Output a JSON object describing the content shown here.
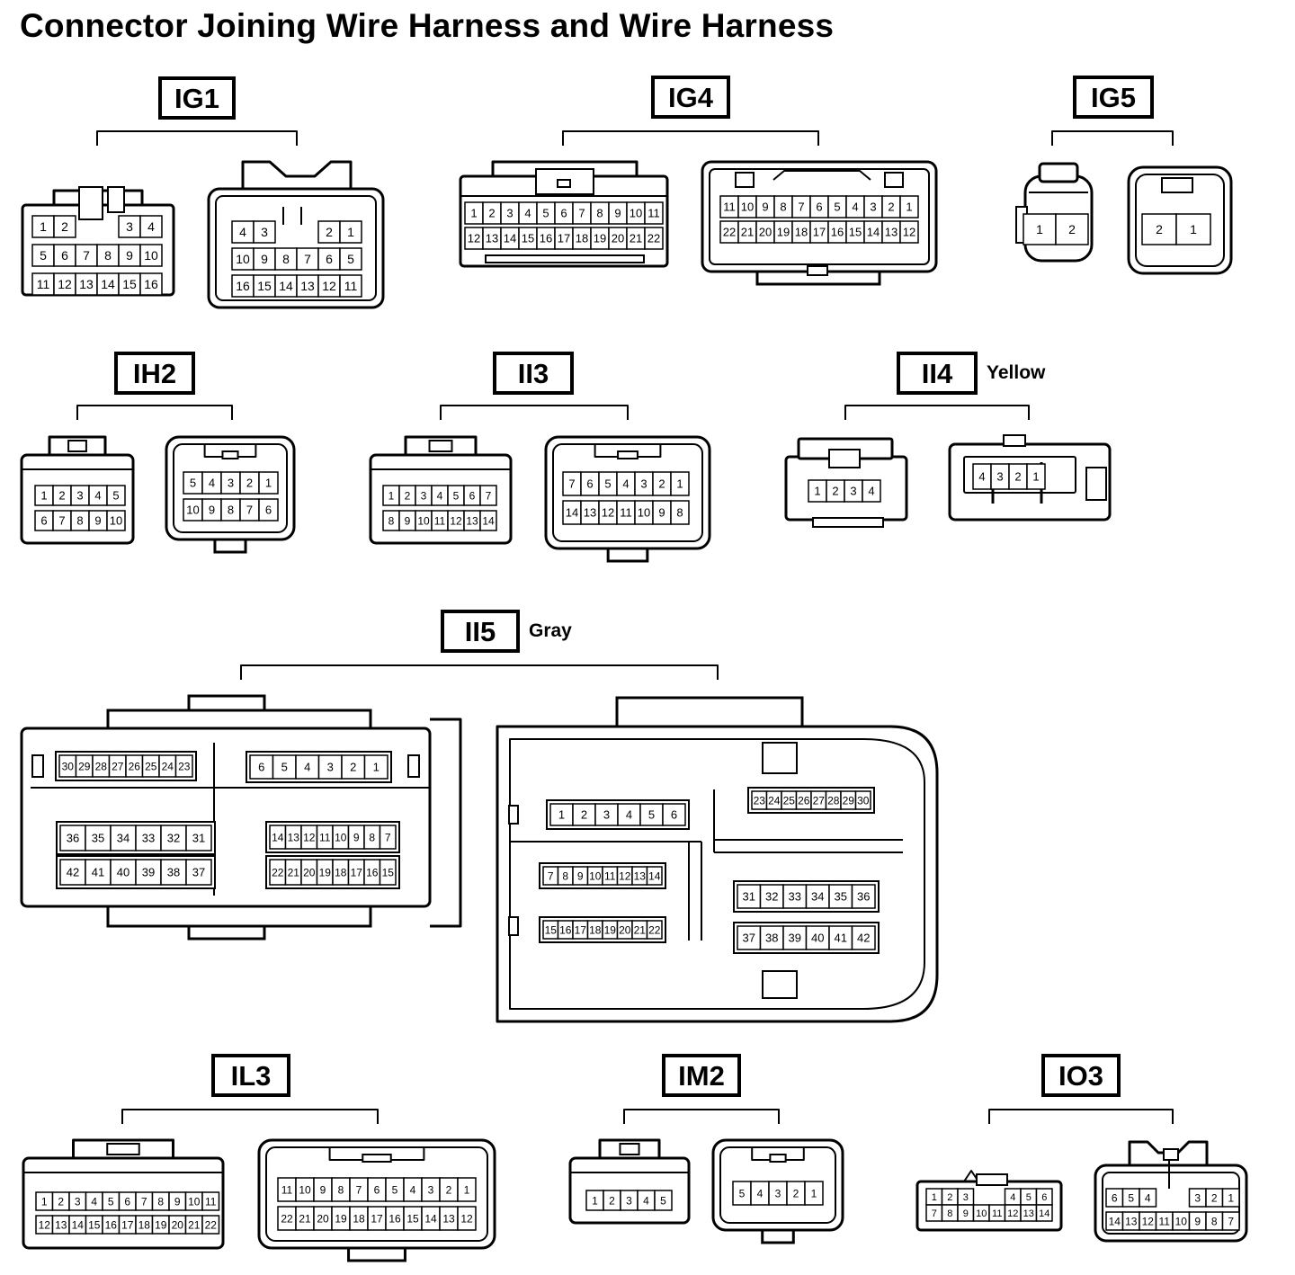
{
  "title": "Connector Joining Wire Harness and Wire Harness",
  "groups": [
    {
      "code": "IG1",
      "color": "",
      "connectors": [
        {
          "rows": [
            [
              "1",
              "2",
              "",
              "",
              "3",
              "4"
            ],
            [
              "5",
              "6",
              "7",
              "8",
              "9",
              "10"
            ],
            [
              "11",
              "12",
              "13",
              "14",
              "15",
              "16"
            ]
          ]
        },
        {
          "rows": [
            [
              "4",
              "3",
              "",
              "",
              "2",
              "1"
            ],
            [
              "10",
              "9",
              "8",
              "7",
              "6",
              "5"
            ],
            [
              "16",
              "15",
              "14",
              "13",
              "12",
              "11"
            ]
          ]
        }
      ]
    },
    {
      "code": "IG4",
      "color": "",
      "connectors": [
        {
          "rows": [
            [
              "1",
              "2",
              "3",
              "4",
              "5",
              "6",
              "7",
              "8",
              "9",
              "10",
              "11"
            ],
            [
              "12",
              "13",
              "14",
              "15",
              "16",
              "17",
              "18",
              "19",
              "20",
              "21",
              "22"
            ]
          ]
        },
        {
          "rows": [
            [
              "11",
              "10",
              "9",
              "8",
              "7",
              "6",
              "5",
              "4",
              "3",
              "2",
              "1"
            ],
            [
              "22",
              "21",
              "20",
              "19",
              "18",
              "17",
              "16",
              "15",
              "14",
              "13",
              "12"
            ]
          ]
        }
      ]
    },
    {
      "code": "IG5",
      "color": "",
      "connectors": [
        {
          "rows": [
            [
              "1",
              "2"
            ]
          ]
        },
        {
          "rows": [
            [
              "2",
              "1"
            ]
          ]
        }
      ]
    },
    {
      "code": "IH2",
      "color": "",
      "connectors": [
        {
          "rows": [
            [
              "1",
              "2",
              "3",
              "4",
              "5"
            ],
            [
              "6",
              "7",
              "8",
              "9",
              "10"
            ]
          ]
        },
        {
          "rows": [
            [
              "5",
              "4",
              "3",
              "2",
              "1"
            ],
            [
              "10",
              "9",
              "8",
              "7",
              "6"
            ]
          ]
        }
      ]
    },
    {
      "code": "II3",
      "color": "",
      "connectors": [
        {
          "rows": [
            [
              "1",
              "2",
              "3",
              "4",
              "5",
              "6",
              "7"
            ],
            [
              "8",
              "9",
              "10",
              "11",
              "12",
              "13",
              "14"
            ]
          ]
        },
        {
          "rows": [
            [
              "7",
              "6",
              "5",
              "4",
              "3",
              "2",
              "1"
            ],
            [
              "14",
              "13",
              "12",
              "11",
              "10",
              "9",
              "8"
            ]
          ]
        }
      ]
    },
    {
      "code": "II4",
      "color": "Yellow",
      "connectors": [
        {
          "rows": [
            [
              "1",
              "2",
              "3",
              "4"
            ]
          ]
        },
        {
          "rows": [
            [
              "4",
              "3",
              "2",
              "1"
            ]
          ]
        }
      ]
    },
    {
      "code": "II5",
      "color": "Gray",
      "connectors": [
        {
          "blocks": [
            [
              "30",
              "29",
              "28",
              "27",
              "26",
              "25",
              "24",
              "23"
            ],
            [
              "6",
              "5",
              "4",
              "3",
              "2",
              "1"
            ],
            [
              "36",
              "35",
              "34",
              "33",
              "32",
              "31"
            ],
            [
              "42",
              "41",
              "40",
              "39",
              "38",
              "37"
            ],
            [
              "14",
              "13",
              "12",
              "11",
              "10",
              "9",
              "8",
              "7"
            ],
            [
              "22",
              "21",
              "20",
              "19",
              "18",
              "17",
              "16",
              "15"
            ]
          ]
        },
        {
          "blocks": [
            [
              "1",
              "2",
              "3",
              "4",
              "5",
              "6"
            ],
            [
              "23",
              "24",
              "25",
              "26",
              "27",
              "28",
              "29",
              "30"
            ],
            [
              "7",
              "8",
              "9",
              "10",
              "11",
              "12",
              "13",
              "14"
            ],
            [
              "15",
              "16",
              "17",
              "18",
              "19",
              "20",
              "21",
              "22"
            ],
            [
              "31",
              "32",
              "33",
              "34",
              "35",
              "36"
            ],
            [
              "37",
              "38",
              "39",
              "40",
              "41",
              "42"
            ]
          ]
        }
      ]
    },
    {
      "code": "IL3",
      "color": "",
      "connectors": [
        {
          "rows": [
            [
              "1",
              "2",
              "3",
              "4",
              "5",
              "6",
              "7",
              "8",
              "9",
              "10",
              "11"
            ],
            [
              "12",
              "13",
              "14",
              "15",
              "16",
              "17",
              "18",
              "19",
              "20",
              "21",
              "22"
            ]
          ]
        },
        {
          "rows": [
            [
              "11",
              "10",
              "9",
              "8",
              "7",
              "6",
              "5",
              "4",
              "3",
              "2",
              "1"
            ],
            [
              "22",
              "21",
              "20",
              "19",
              "18",
              "17",
              "16",
              "15",
              "14",
              "13",
              "12"
            ]
          ]
        }
      ]
    },
    {
      "code": "IM2",
      "color": "",
      "connectors": [
        {
          "rows": [
            [
              "1",
              "2",
              "3",
              "4",
              "5"
            ]
          ]
        },
        {
          "rows": [
            [
              "5",
              "4",
              "3",
              "2",
              "1"
            ]
          ]
        }
      ]
    },
    {
      "code": "IO3",
      "color": "",
      "connectors": [
        {
          "rows": [
            [
              "1",
              "2",
              "3",
              "",
              "",
              "4",
              "5",
              "6"
            ],
            [
              "7",
              "8",
              "9",
              "10",
              "11",
              "12",
              "13",
              "14"
            ]
          ]
        },
        {
          "rows": [
            [
              "6",
              "5",
              "4",
              "",
              "",
              "3",
              "2",
              "1"
            ],
            [
              "14",
              "13",
              "12",
              "11",
              "10",
              "9",
              "8",
              "7"
            ]
          ]
        }
      ]
    }
  ]
}
